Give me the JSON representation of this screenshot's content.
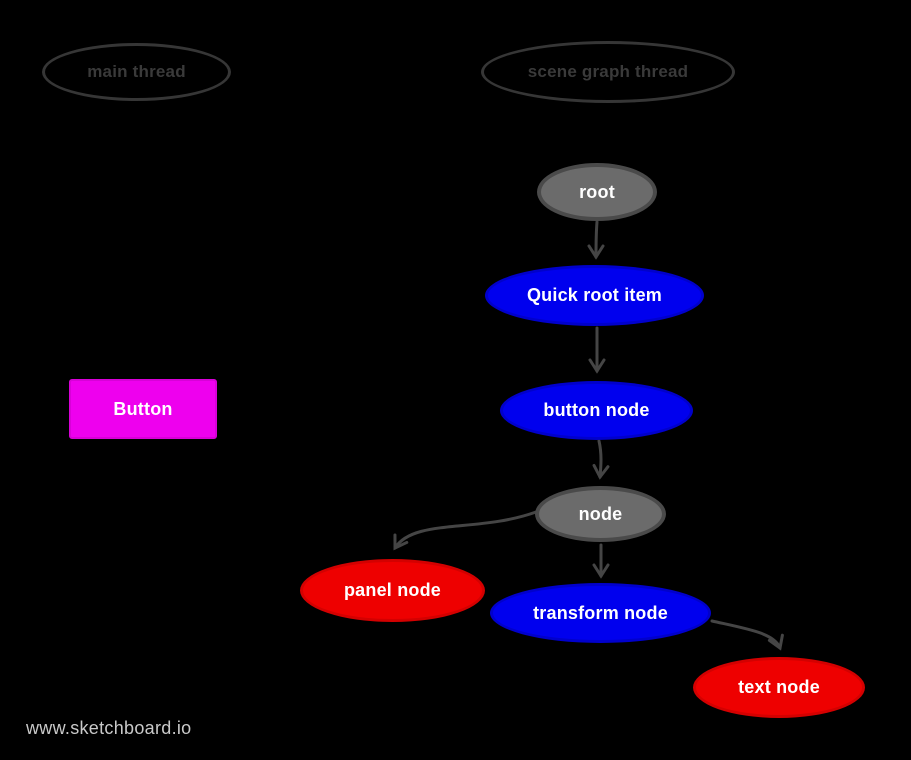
{
  "watermark": "www.sketchboard.io",
  "lanes": {
    "main_thread": {
      "label": "main thread"
    },
    "scene_graph_thread": {
      "label": "scene graph thread"
    }
  },
  "nodes": {
    "root": {
      "label": "root",
      "shape": "ellipse",
      "fill": "#6b6b6b"
    },
    "quick_root_item": {
      "label": "Quick root item",
      "shape": "ellipse",
      "fill": "#0000ee"
    },
    "button_node": {
      "label": "button node",
      "shape": "ellipse",
      "fill": "#0000ee"
    },
    "node": {
      "label": "node",
      "shape": "ellipse",
      "fill": "#6b6b6b"
    },
    "panel_node": {
      "label": "panel node",
      "shape": "ellipse",
      "fill": "#ee0000"
    },
    "transform_node": {
      "label": "transform node",
      "shape": "ellipse",
      "fill": "#0000ee"
    },
    "text_node": {
      "label": "text node",
      "shape": "ellipse",
      "fill": "#ee0000"
    },
    "button": {
      "label": "Button",
      "shape": "rectangle",
      "fill": "#ee00ee"
    }
  },
  "edges": [
    {
      "from": "root",
      "to": "Quick root item"
    },
    {
      "from": "Quick root item",
      "to": "button node"
    },
    {
      "from": "button node",
      "to": "node"
    },
    {
      "from": "node",
      "to": "panel node"
    },
    {
      "from": "node",
      "to": "transform node"
    },
    {
      "from": "transform node",
      "to": "text node"
    }
  ],
  "colors": {
    "background": "#000000",
    "node_blue": "#0000ee",
    "node_red": "#ee0000",
    "node_gray": "#6b6b6b",
    "button_magenta": "#ee00ee",
    "edge_stroke": "#454545",
    "lane_outline": "#363636",
    "label_text": "#ffffff",
    "watermark_text": "#c9c9c9"
  }
}
